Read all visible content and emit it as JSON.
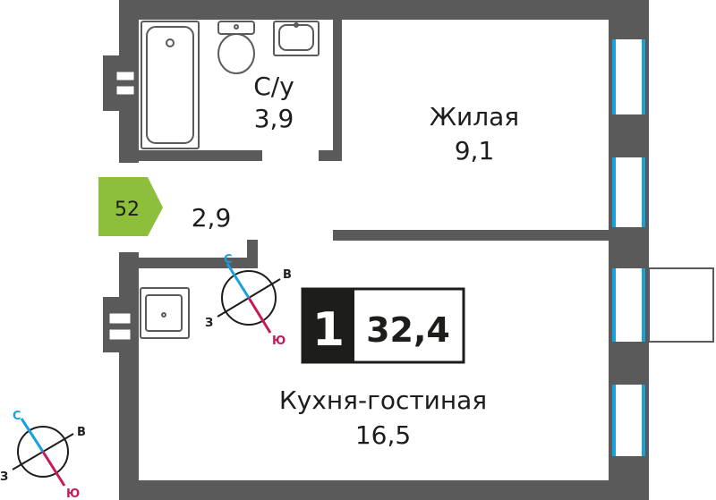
{
  "colors": {
    "wall": "#5a5a5a",
    "window": "#1aa0dc",
    "badge": "#8dbe3c",
    "ink": "#1d1d1b",
    "north": "#1aa0dc",
    "south": "#c8195a",
    "room_count_bg": "#1d1d1b"
  },
  "rooms": {
    "bathroom": {
      "name": "С/у",
      "area": "3,9"
    },
    "living": {
      "name": "Жилая",
      "area": "9,1"
    },
    "hall": {
      "area": "2,9"
    },
    "kitchen": {
      "name": "Кухня-гостиная",
      "area": "16,5"
    }
  },
  "apartment": {
    "number": "52",
    "rooms_count": "1",
    "total_area": "32,4"
  },
  "compass": {
    "north": "С",
    "east": "В",
    "west": "З",
    "south": "Ю"
  },
  "icons": [
    "bathtub-icon",
    "toilet-icon",
    "sink-icon",
    "kitchen-sink-icon",
    "stove-icon",
    "compass-icon"
  ]
}
